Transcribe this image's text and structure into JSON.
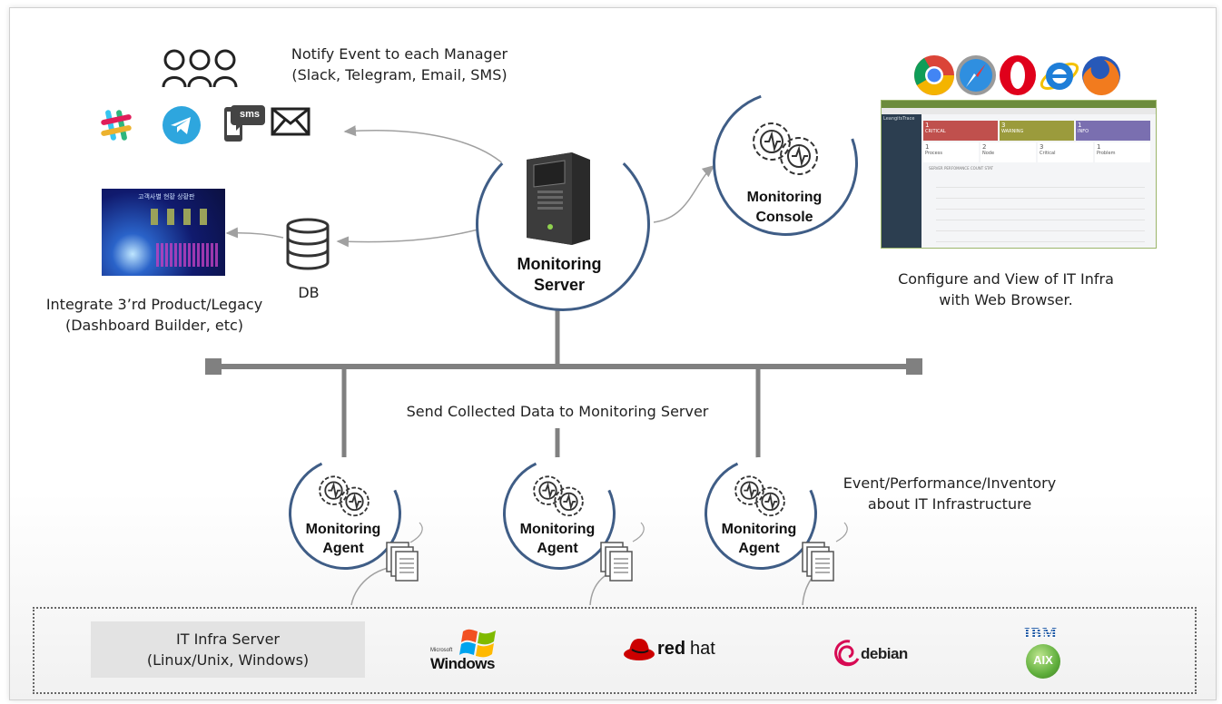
{
  "notify": {
    "line1": "Notify Event to each Manager",
    "line2": "(Slack, Telegram, Email, SMS)",
    "sms_badge": "sms"
  },
  "integrate": {
    "line1": "Integrate 3’rd Product/Legacy",
    "line2": "(Dashboard Builder, etc)"
  },
  "db_label": "DB",
  "server": {
    "line1": "Monitoring",
    "line2": "Server"
  },
  "console": {
    "line1": "Monitoring",
    "line2": "Console"
  },
  "browser_caption": {
    "line1": "Configure and View of IT Infra",
    "line2": "with Web Browser."
  },
  "send_label": "Send Collected Data to Monitoring Server",
  "agents": [
    {
      "line1": "Monitoring",
      "line2": "Agent"
    },
    {
      "line1": "Monitoring",
      "line2": "Agent"
    },
    {
      "line1": "Monitoring",
      "line2": "Agent"
    }
  ],
  "inventory": {
    "line1": "Event/Performance/Inventory",
    "line2": "about IT Infrastructure"
  },
  "infra": {
    "line1": "IT Infra Server",
    "line2": "(Linux/Unix, Windows)"
  },
  "os_logos": {
    "windows_small": "Microsoft",
    "windows": "Windows",
    "redhat_bold": "red",
    "redhat_light": "hat",
    "debian": "debian",
    "ibm": "IBM",
    "aix": "AIX"
  },
  "dashboard_screen": {
    "title": "고객사별 현황 상황판"
  },
  "console_screen": {
    "brand": "LeangitsTrace",
    "cards": [
      {
        "count": "1",
        "label": "CRITICAL",
        "color": "#c0504d"
      },
      {
        "count": "3",
        "label": "WARNING",
        "color": "#9b9b3c"
      },
      {
        "count": "1",
        "label": "INFO",
        "color": "#7a6fb0"
      }
    ],
    "stats": [
      {
        "count": "1",
        "label": "Process"
      },
      {
        "count": "2",
        "label": "Node"
      },
      {
        "count": "3",
        "label": "Critical"
      },
      {
        "count": "1",
        "label": "Problem"
      }
    ],
    "chart_title": "SERVER PERFOMANCE COUNT STAT"
  },
  "colors": {
    "circle_stroke": "#3f5d86",
    "bus": "#808080",
    "arrow": "#a0a0a0",
    "slack_pink": "#e01e5a",
    "slack_blue": "#36c5f0",
    "slack_green": "#2eb67d",
    "slack_yellow": "#ecb22e",
    "telegram": "#2ea6de",
    "redhat": "#cc0000",
    "debian": "#d70a53",
    "aix_green": "#5fae3c"
  }
}
